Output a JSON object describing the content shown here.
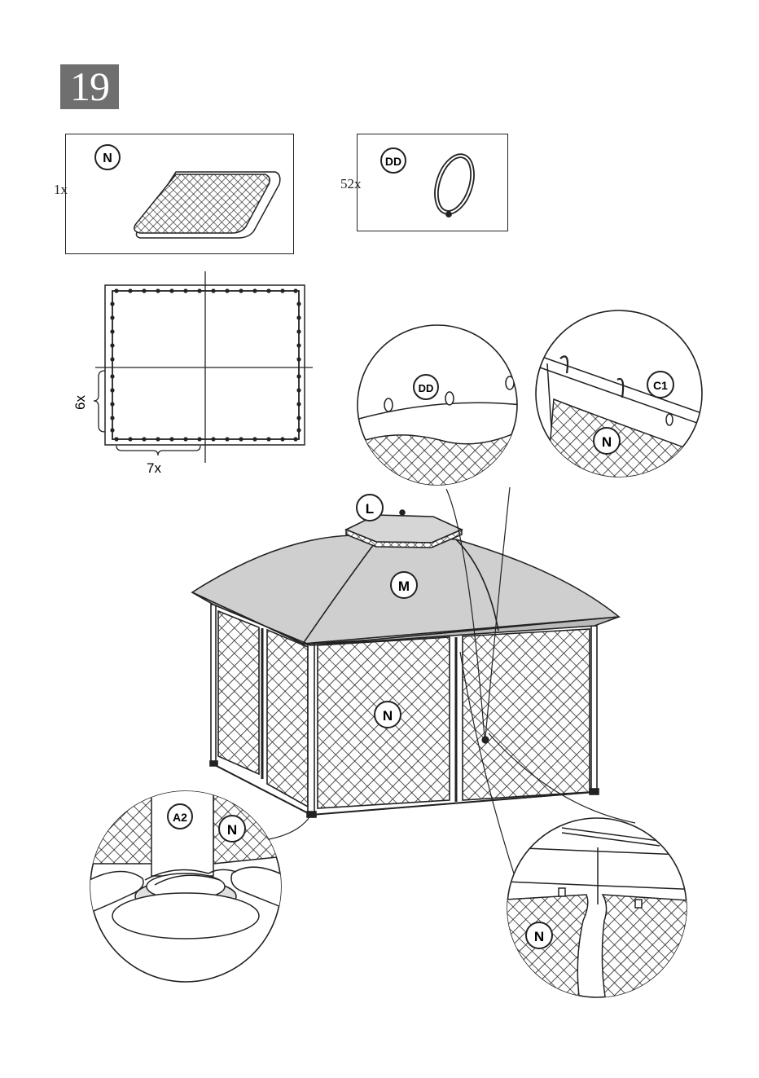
{
  "step": {
    "number": "19"
  },
  "parts": [
    {
      "label": "N",
      "qty": "1x"
    },
    {
      "label": "DD",
      "qty": "52x"
    }
  ],
  "plan": {
    "side_count": "6x",
    "bottom_count": "7x"
  },
  "callouts": {
    "roof_top": "L",
    "roof": "M",
    "net_panel": "N",
    "hook_ring": "DD",
    "clip": "C1",
    "detail_net": "N",
    "post": "A2",
    "foot_net": "N",
    "seam_net": "N"
  }
}
